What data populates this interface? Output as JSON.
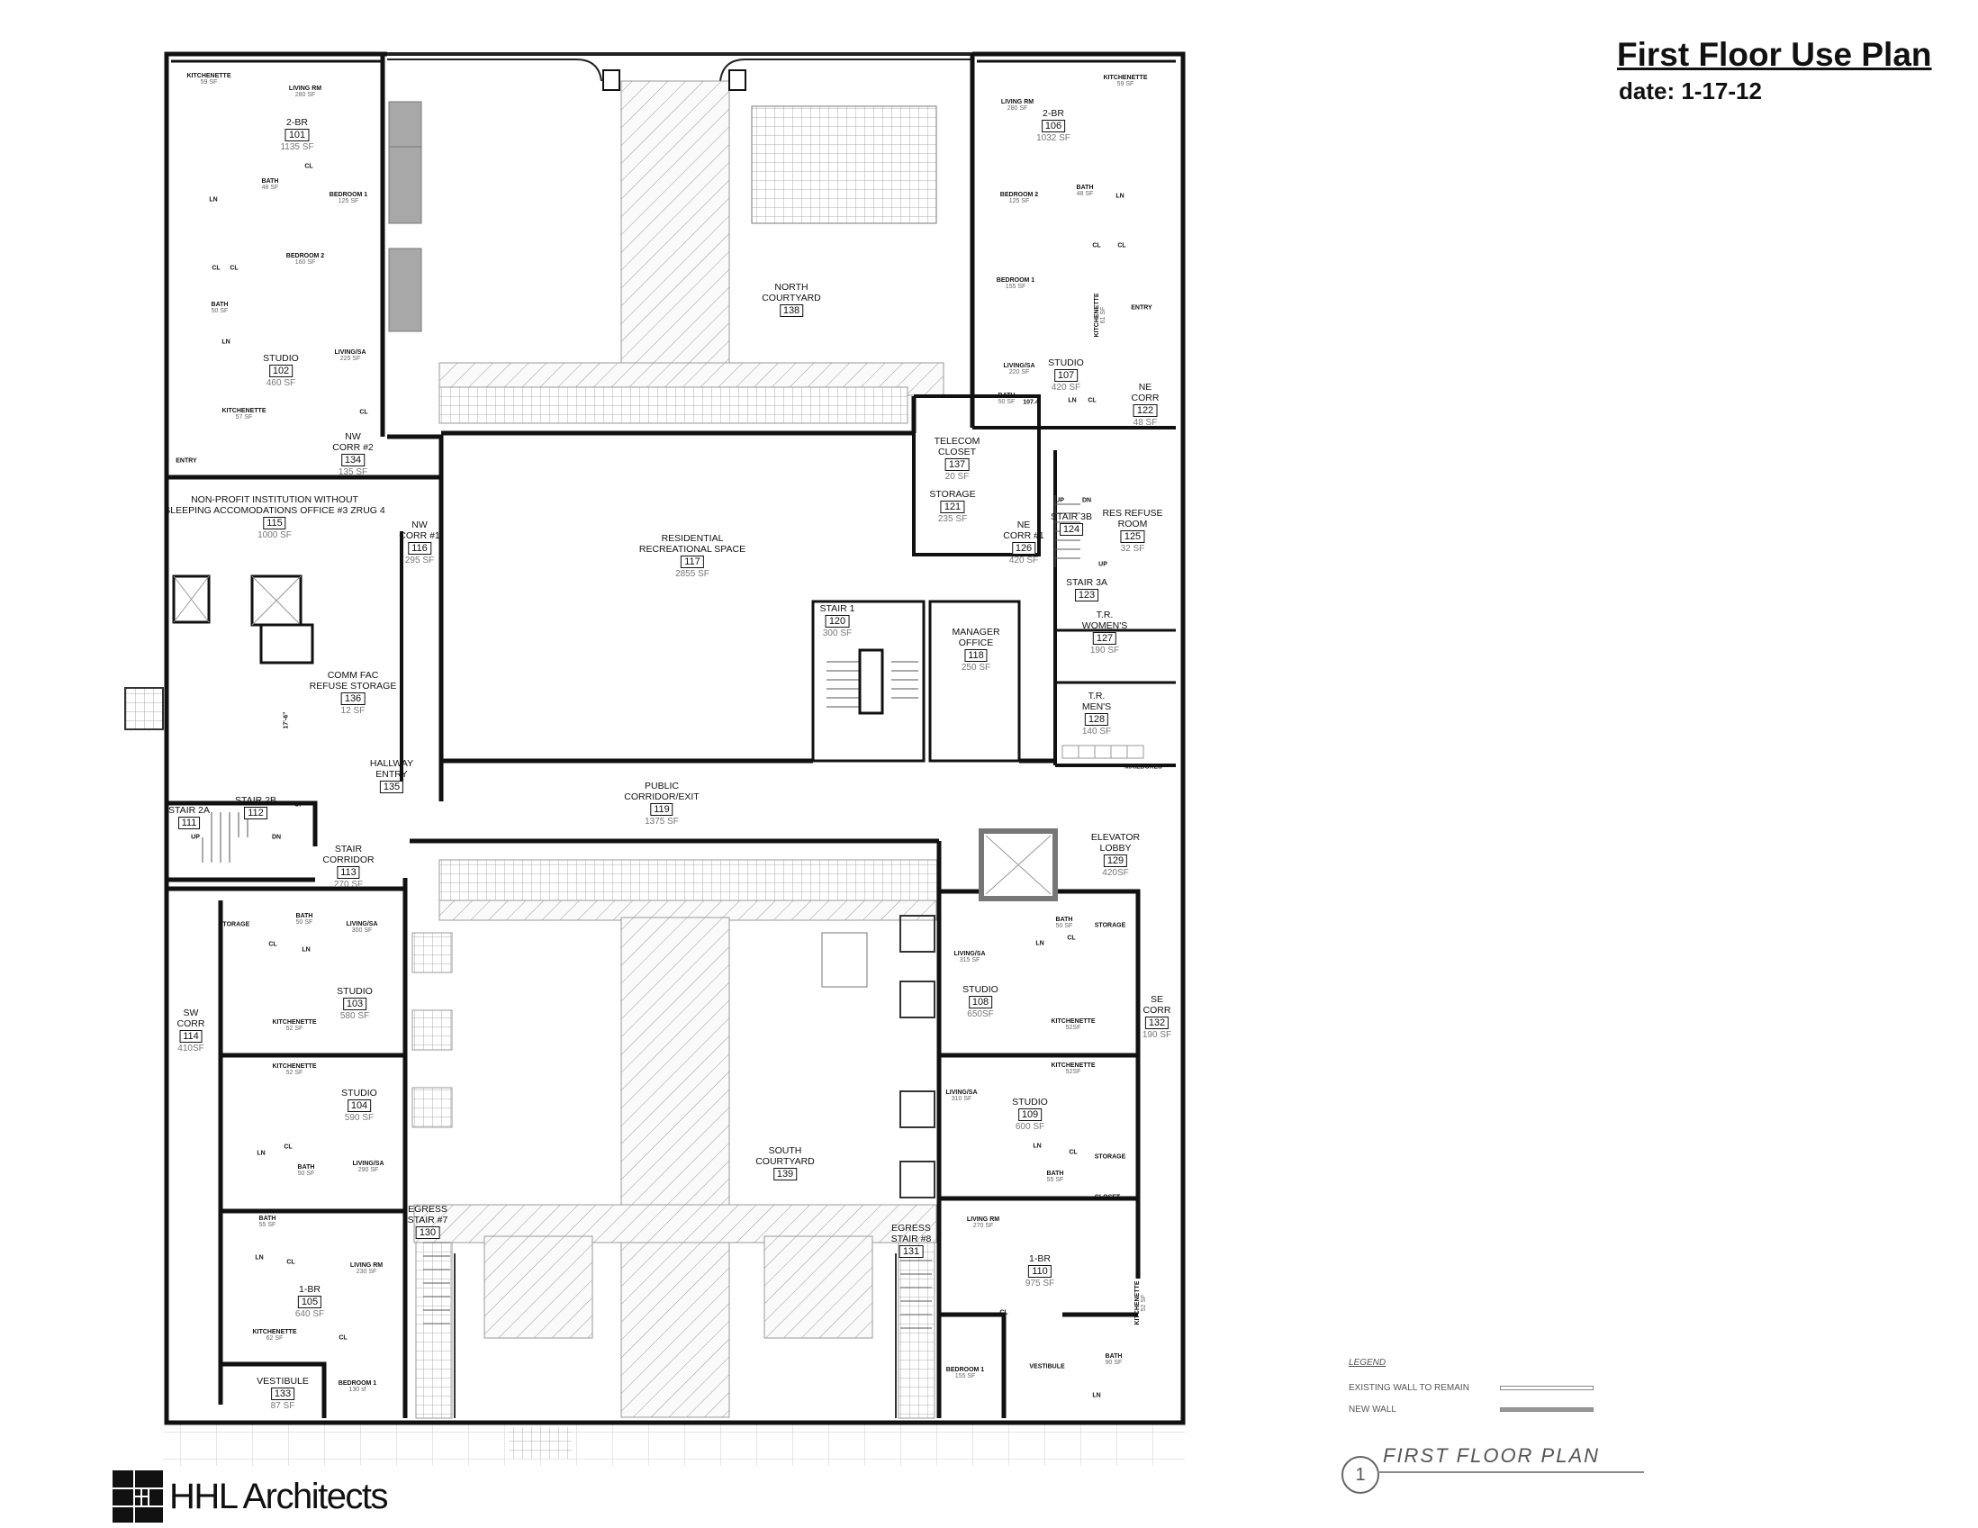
{
  "title": "First Floor Use Plan",
  "date": "date: 1-17-12",
  "logo": {
    "text": "HHL Architects"
  },
  "legend": {
    "heading": "LEGEND",
    "items": [
      {
        "label": "EXISTING WALL TO REMAIN"
      },
      {
        "label": "NEW WALL"
      }
    ]
  },
  "drawing_title": {
    "number": "1",
    "label": "FIRST FLOOR PLAN"
  },
  "rooms": [
    {
      "name": "2-BR",
      "number": "101",
      "area": "1135 SF"
    },
    {
      "name": "STUDIO",
      "number": "102",
      "area": "460 SF"
    },
    {
      "name": "NW\nCORR #2",
      "number": "134",
      "area": "135 SF"
    },
    {
      "name": "NON-PROFIT INSTITUTION WITHOUT\nSLEEPING ACCOMODATIONS OFFICE #3 ZRUG 4",
      "number": "115",
      "area": "1000 SF"
    },
    {
      "name": "NW\nCORR #1",
      "number": "116",
      "area": "295 SF"
    },
    {
      "name": "COMM FAC\nREFUSE STORAGE",
      "number": "136",
      "area": "12 SF"
    },
    {
      "name": "HALLWAY\nENTRY",
      "number": "135",
      "area": ""
    },
    {
      "name": "STAIR 2A",
      "number": "111",
      "area": ""
    },
    {
      "name": "STAIR 2B",
      "number": "112",
      "area": ""
    },
    {
      "name": "STAIR\nCORRIDOR",
      "number": "113",
      "area": "270 SF"
    },
    {
      "name": "RESIDENTIAL\nRECREATIONAL SPACE",
      "number": "117",
      "area": "2855 SF"
    },
    {
      "name": "NORTH\nCOURTYARD",
      "number": "138",
      "area": ""
    },
    {
      "name": "2-BR",
      "number": "106",
      "area": "1032 SF"
    },
    {
      "name": "STUDIO",
      "number": "107",
      "area": "420 SF"
    },
    {
      "name": "NE\nCORR",
      "number": "122",
      "area": "48 SF"
    },
    {
      "name": "TELECOM\nCLOSET",
      "number": "137",
      "area": "20 SF"
    },
    {
      "name": "STORAGE",
      "number": "121",
      "area": "235 SF"
    },
    {
      "name": "NE\nCORR #1",
      "number": "126",
      "area": "420 SF"
    },
    {
      "name": "STAIR 3B",
      "number": "124",
      "area": ""
    },
    {
      "name": "RES REFUSE\nROOM",
      "number": "125",
      "area": "32 SF"
    },
    {
      "name": "STAIR 3A",
      "number": "123",
      "area": ""
    },
    {
      "name": "T.R.\nWOMEN'S",
      "number": "127",
      "area": "190 SF"
    },
    {
      "name": "T.R.\nMEN'S",
      "number": "128",
      "area": "140 SF"
    },
    {
      "name": "STAIR 1",
      "number": "120",
      "area": "300 SF"
    },
    {
      "name": "MANAGER\nOFFICE",
      "number": "118",
      "area": "250 SF"
    },
    {
      "name": "PUBLIC\nCORRIDOR/EXIT",
      "number": "119",
      "area": "1375 SF"
    },
    {
      "name": "ELEVATOR\nLOBBY",
      "number": "129",
      "area": "420SF"
    },
    {
      "name": "STUDIO",
      "number": "108",
      "area": "650SF"
    },
    {
      "name": "SE\nCORR",
      "number": "132",
      "area": "190 SF"
    },
    {
      "name": "STUDIO",
      "number": "109",
      "area": "600 SF"
    },
    {
      "name": "SOUTH\nCOURTYARD",
      "number": "139",
      "area": ""
    },
    {
      "name": "1-BR",
      "number": "110",
      "area": "975 SF"
    },
    {
      "name": "EGRESS\nSTAIR #8",
      "number": "131",
      "area": ""
    },
    {
      "name": "EGRESS\nSTAIR #7",
      "number": "130",
      "area": ""
    },
    {
      "name": "STUDIO",
      "number": "103",
      "area": "580 SF"
    },
    {
      "name": "SW\nCORR",
      "number": "114",
      "area": "410SF"
    },
    {
      "name": "STUDIO",
      "number": "104",
      "area": "590 SF"
    },
    {
      "name": "1-BR",
      "number": "105",
      "area": "640 SF"
    },
    {
      "name": "VESTIBULE",
      "number": "133",
      "area": "87 SF"
    }
  ],
  "sub_labels": [
    {
      "text": "KITCHENETTE",
      "area": "59 SF"
    },
    {
      "text": "LIVING RM",
      "area": "280 SF"
    },
    {
      "text": "BATH",
      "area": "48 SF"
    },
    {
      "text": "BEDROOM 1",
      "area": "125 SF"
    },
    {
      "text": "BEDROOM 2",
      "area": "160 SF"
    },
    {
      "text": "BATH",
      "area": "50 SF"
    },
    {
      "text": "LIVING/SA",
      "area": "225 SF"
    },
    {
      "text": "KITCHENETTE",
      "area": "57 SF"
    },
    {
      "text": "ENTRY"
    },
    {
      "text": "CL"
    },
    {
      "text": "LN"
    },
    {
      "text": "CL"
    },
    {
      "text": "CL"
    },
    {
      "text": "LN"
    },
    {
      "text": "CL"
    },
    {
      "text": "LIVING RM",
      "area": "280 SF"
    },
    {
      "text": "KITCHENETTE",
      "area": "59 SF"
    },
    {
      "text": "BEDROOM 2",
      "area": "125 SF"
    },
    {
      "text": "BATH",
      "area": "48 SF"
    },
    {
      "text": "LN"
    },
    {
      "text": "CL"
    },
    {
      "text": "CL"
    },
    {
      "text": "BEDROOM 1",
      "area": "155 SF"
    },
    {
      "text": "KITCHENETTE",
      "area": "61 SF"
    },
    {
      "text": "ENTRY"
    },
    {
      "text": "LIVING/SA",
      "area": "220 SF"
    },
    {
      "text": "BATH",
      "area": "50 SF"
    },
    {
      "text": "107.4"
    },
    {
      "text": "LN"
    },
    {
      "text": "CL"
    },
    {
      "text": "MAILBOXES"
    },
    {
      "text": "BATH",
      "area": "50 SF"
    },
    {
      "text": "STORAGE"
    },
    {
      "text": "CL"
    },
    {
      "text": "LN"
    },
    {
      "text": "LIVING/SA",
      "area": "315 SF"
    },
    {
      "text": "KITCHENETTE",
      "area": "52SF"
    },
    {
      "text": "KITCHENETTE",
      "area": "52SF"
    },
    {
      "text": "LIVING/SA",
      "area": "310 SF"
    },
    {
      "text": "CL"
    },
    {
      "text": "LN"
    },
    {
      "text": "STORAGE"
    },
    {
      "text": "BATH",
      "area": "55 SF"
    },
    {
      "text": "CLOSET"
    },
    {
      "text": "LIVING RM",
      "area": "270 SF"
    },
    {
      "text": "CL"
    },
    {
      "text": "KITCHENETTE",
      "area": "52 SF"
    },
    {
      "text": "BEDROOM 1",
      "area": "155 SF"
    },
    {
      "text": "VESTIBULE"
    },
    {
      "text": "BATH",
      "area": "90 SF"
    },
    {
      "text": "LN"
    },
    {
      "text": "STORAGE"
    },
    {
      "text": "BATH",
      "area": "50 SF"
    },
    {
      "text": "CL"
    },
    {
      "text": "LN"
    },
    {
      "text": "LIVING/SA",
      "area": "300 SF"
    },
    {
      "text": "KITCHENETTE",
      "area": "52 SF"
    },
    {
      "text": "KITCHENETTE",
      "area": "52 SF"
    },
    {
      "text": "CL"
    },
    {
      "text": "LN"
    },
    {
      "text": "BATH",
      "area": "50 SF"
    },
    {
      "text": "LIVING/SA",
      "area": "290 SF"
    },
    {
      "text": "BATH",
      "area": "55 SF"
    },
    {
      "text": "LN"
    },
    {
      "text": "CL"
    },
    {
      "text": "LIVING RM",
      "area": "230 SF"
    },
    {
      "text": "KITCHENETTE",
      "area": "62 SF"
    },
    {
      "text": "CL"
    },
    {
      "text": "BEDROOM 1",
      "area": "130 sf"
    },
    {
      "text": "UP"
    },
    {
      "text": "UP"
    },
    {
      "text": "DN"
    },
    {
      "text": "UP"
    },
    {
      "text": "DN"
    },
    {
      "text": "UP"
    },
    {
      "text": "17'-6\""
    }
  ],
  "colors": {
    "wall": "#111111",
    "paving": "#bbbbbb",
    "panel": "#a8a8a8",
    "area_text": "#777777"
  }
}
